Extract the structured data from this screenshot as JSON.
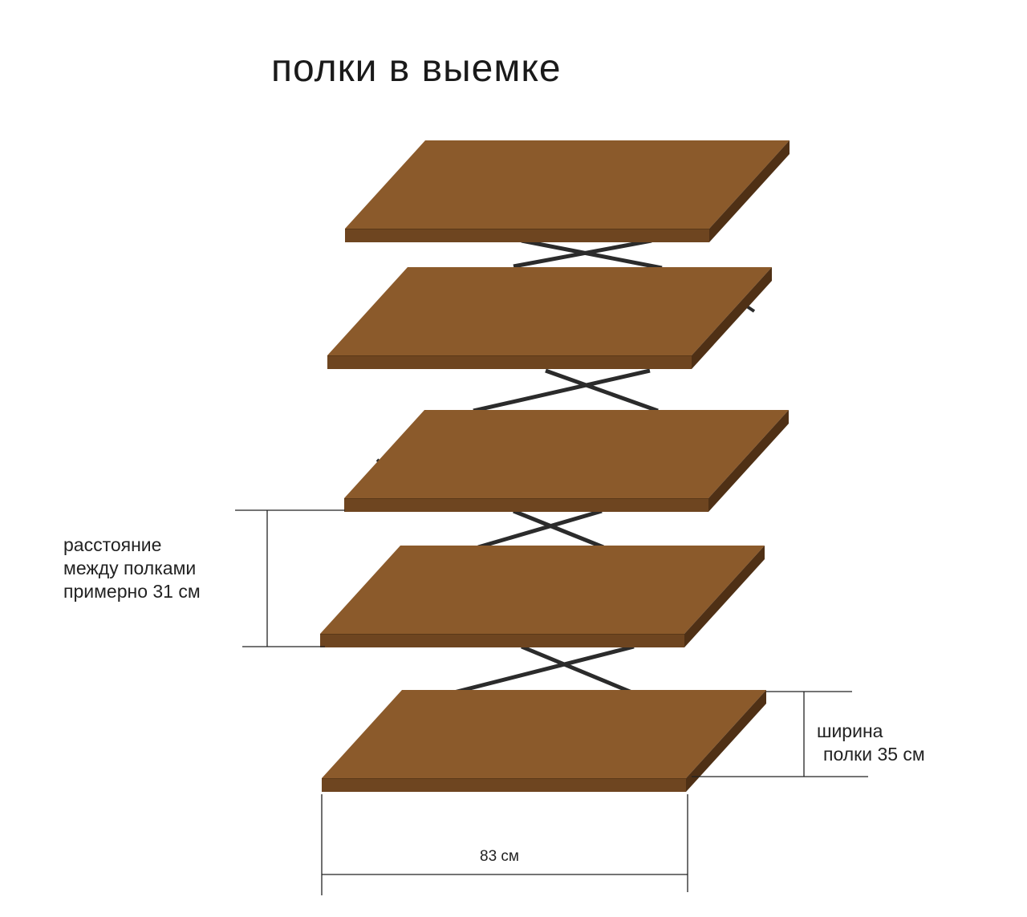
{
  "title": "полки в выемке",
  "shelves": {
    "count": 5
  },
  "annotations": {
    "gap_line1": "расстояние",
    "gap_line2": "между полками",
    "gap_line3": "примерно 31 см",
    "width_line1": "ширина",
    "width_line2": "полки 35 см",
    "length": "83 см"
  },
  "colors": {
    "shelf_top": "#8b5a2b",
    "shelf_front": "#6e4520",
    "shelf_side": "#4f3015",
    "support": "#2b2b2b",
    "dimension_line": "#222222"
  }
}
